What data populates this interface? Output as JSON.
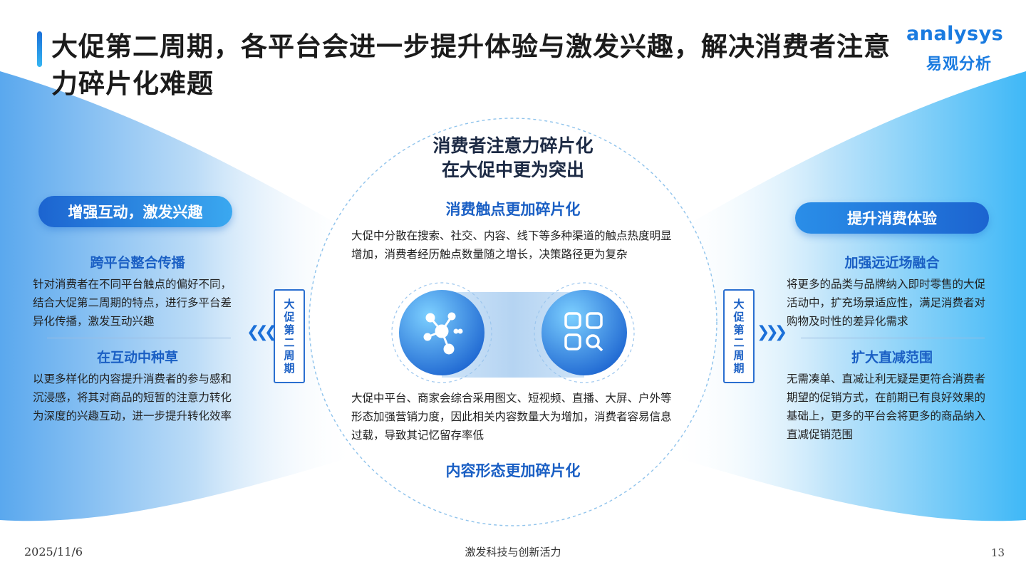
{
  "title": "大促第二周期，各平台会进一步提升体验与激发兴趣，解决消费者注意力碎片化难题",
  "logo": {
    "en": "analysys",
    "cn": "易观分析"
  },
  "left": {
    "pill": "增强互动，激发兴趣",
    "blocks": [
      {
        "heading": "跨平台整合传播",
        "text": "针对消费者在不同平台触点的偏好不同，结合大促第二周期的特点，进行多平台差异化传播，激发互动兴趣"
      },
      {
        "heading": "在互动中种草",
        "text": "以更多样化的内容提升消费者的参与感和沉浸感，将其对商品的短暂的注意力转化为深度的兴趣互动，进一步提升转化效率"
      }
    ]
  },
  "right": {
    "pill": "提升消费体验",
    "blocks": [
      {
        "heading": "加强远近场融合",
        "text": "将更多的品类与品牌纳入即时零售的大促活动中，扩充场景适应性，满足消费者对购物及时性的差异化需求"
      },
      {
        "heading": "扩大直减范围",
        "text": "无需凑单、直减让利无疑是更符合消费者期望的促销方式，在前期已有良好效果的基础上，更多的平台会将更多的商品纳入直减促销范围"
      }
    ]
  },
  "center": {
    "heading_line1": "消费者注意力碎片化",
    "heading_line2": "在大促中更为突出",
    "top_sub": "消费触点更加碎片化",
    "top_text": "大促中分散在搜索、社交、内容、线下等多种渠道的触点热度明显增加，消费者经历触点数量随之增长，决策路径更为复杂",
    "bottom_text": "大促中平台、商家会综合采用图文、短视频、直播、大屏、户外等形态加强营销力度，因此相关内容数量大为增加，消费者容易信息过载，导致其记忆留存率低",
    "bottom_sub": "内容形态更加碎片化",
    "left_icon": "network-nodes-icon",
    "right_icon": "app-grid-search-icon"
  },
  "vertical_label": "大促第二周期",
  "footer": {
    "date": "2025/11/6",
    "slogan": "激发科技与创新活力",
    "page": "13"
  },
  "colors": {
    "primary": "#1a5fc4",
    "accent": "#35b6f2"
  }
}
